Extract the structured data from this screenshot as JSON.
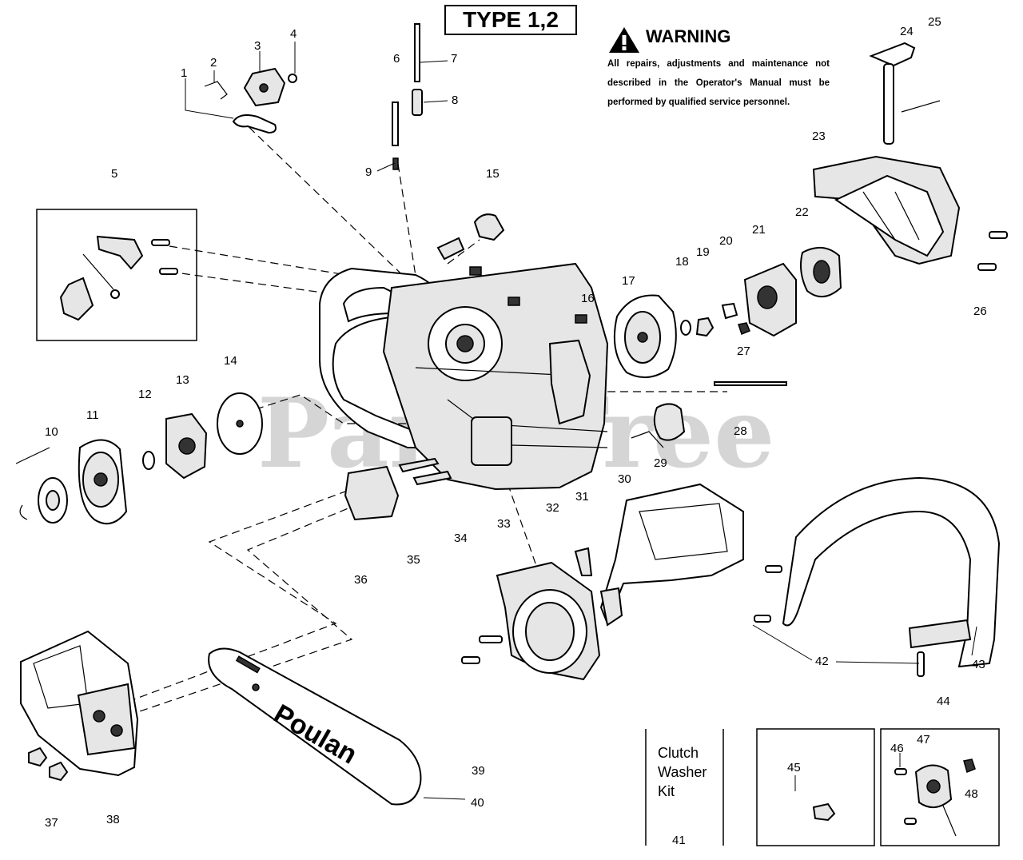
{
  "header": {
    "type_label": "TYPE 1,2"
  },
  "warning": {
    "title": "WARNING",
    "text": "All repairs, adjustments and maintenance not described in the Operator's Manual must be performed by qualified service personnel.",
    "icon": "warning-triangle-icon"
  },
  "kit": {
    "label": "Clutch Washer Kit"
  },
  "watermark": {
    "text": "PartsTree"
  },
  "bar_brand": {
    "text": "Poulan"
  },
  "callouts": {
    "c1": "1",
    "c2": "2",
    "c3": "3",
    "c4": "4",
    "c5": "5",
    "c6": "6",
    "c7": "7",
    "c8": "8",
    "c9": "9",
    "c10": "10",
    "c11": "11",
    "c12": "12",
    "c13": "13",
    "c14": "14",
    "c15": "15",
    "c16": "16",
    "c17": "17",
    "c18": "18",
    "c19": "19",
    "c20": "20",
    "c21": "21",
    "c22": "22",
    "c23": "23",
    "c24": "24",
    "c25": "25",
    "c26": "26",
    "c27": "27",
    "c28": "28",
    "c29": "29",
    "c30": "30",
    "c31": "31",
    "c32": "32",
    "c33": "33",
    "c34": "34",
    "c35": "35",
    "c36": "36",
    "c37": "37",
    "c38": "38",
    "c39": "39",
    "c40": "40",
    "c41": "41",
    "c42": "42",
    "c43": "43",
    "c44": "44",
    "c45": "45",
    "c46": "46",
    "c47": "47",
    "c48": "48"
  }
}
